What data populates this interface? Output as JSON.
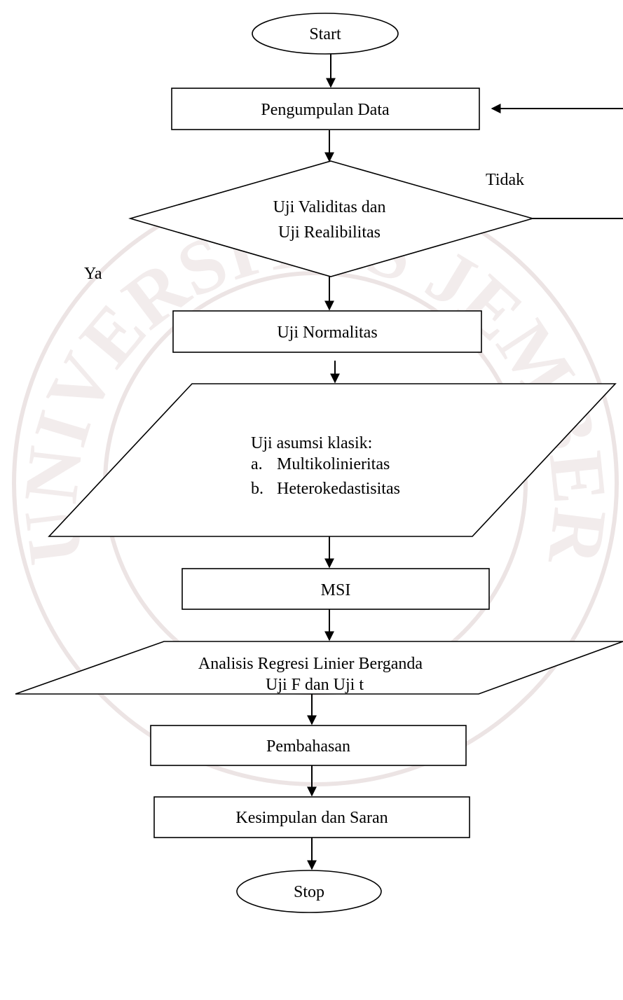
{
  "flowchart": {
    "start": "Start",
    "collect": "Pengumpulan Data",
    "decision_line1": "Uji Validitas dan",
    "decision_line2": "Uji Realibilitas",
    "no_label": "Tidak",
    "yes_label": "Ya",
    "normality": "Uji Normalitas",
    "assumption_title": "Uji asumsi klasik:",
    "assumption_items": [
      {
        "marker": "a.",
        "text": "Multikolinieritas"
      },
      {
        "marker": "b.",
        "text": "Heterokedastisitas"
      }
    ],
    "msi": "MSI",
    "regression_line1": "Analisis Regresi Linier Berganda",
    "regression_line2": "Uji F dan Uji t",
    "discussion": "Pembahasan",
    "conclusion": "Kesimpulan dan Saran",
    "stop": "Stop"
  },
  "watermark": {
    "text": "UNIVERSITAS JEMBER"
  }
}
